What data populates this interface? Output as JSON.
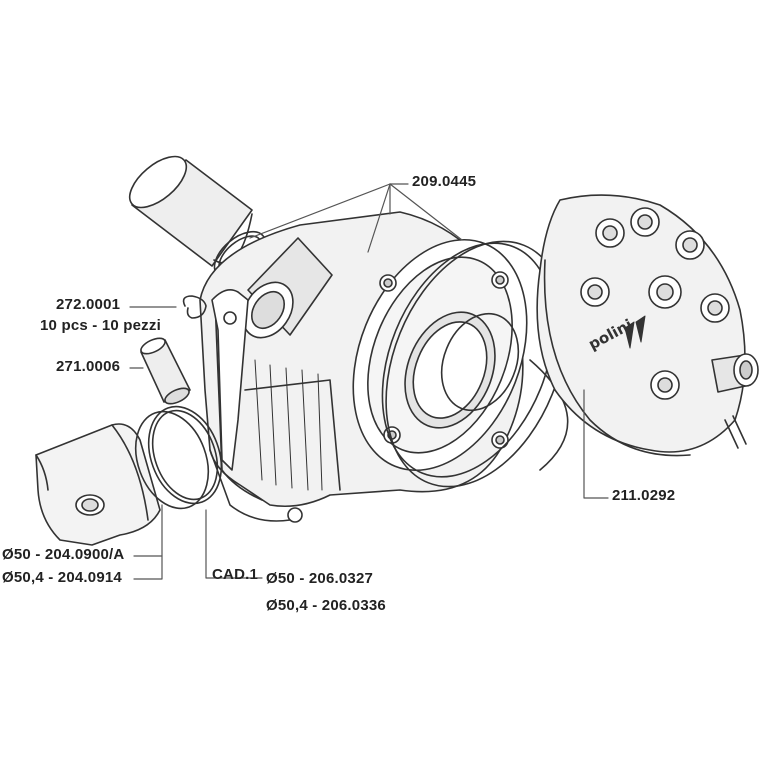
{
  "brand": "polini",
  "labels": {
    "clip_code": "272.0001",
    "clip_qty": "10 pcs - 10 pezzi",
    "pin": "271.0006",
    "gaskets": "209.0445",
    "head": "211.0292",
    "piston_a": "Ø50 - 204.0900/A",
    "piston_b": "Ø50,4 - 204.0914",
    "cad": "CAD.1",
    "ring_a": "Ø50 - 206.0327",
    "ring_b": "Ø50,4 - 206.0336"
  },
  "colors": {
    "line": "#333333",
    "fill": "#ffffff",
    "shade": "#e6e6e6",
    "dark": "#bdbdbd"
  }
}
